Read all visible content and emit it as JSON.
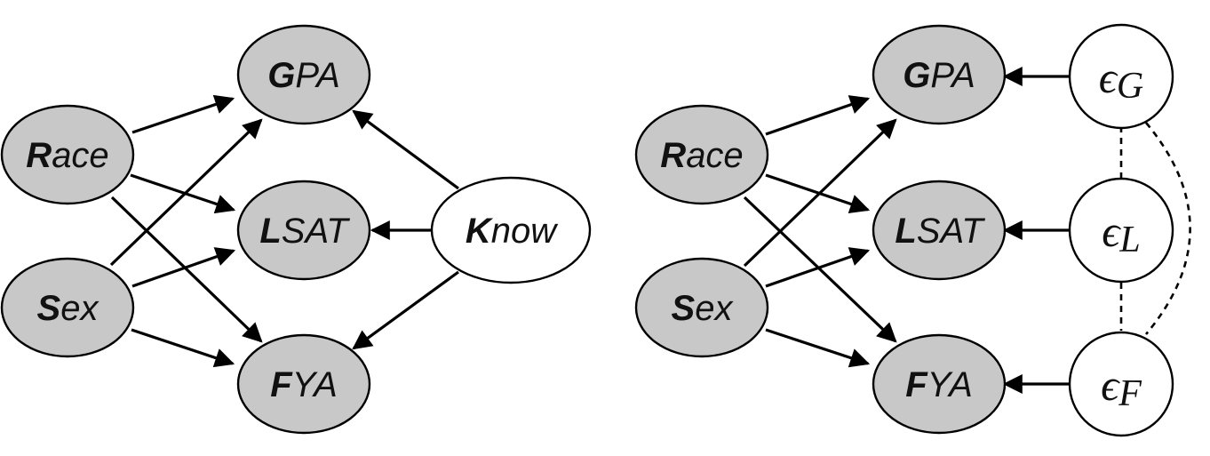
{
  "left_diagram": {
    "nodes": {
      "race": {
        "first": "R",
        "rest": "ace"
      },
      "sex": {
        "first": "S",
        "rest": "ex"
      },
      "gpa": {
        "first": "G",
        "rest": "PA"
      },
      "lsat": {
        "first": "L",
        "rest": "SAT"
      },
      "fya": {
        "first": "F",
        "rest": "YA"
      },
      "know": {
        "first": "K",
        "rest": "now"
      }
    }
  },
  "right_diagram": {
    "nodes": {
      "race": {
        "first": "R",
        "rest": "ace"
      },
      "sex": {
        "first": "S",
        "rest": "ex"
      },
      "gpa": {
        "first": "G",
        "rest": "PA"
      },
      "lsat": {
        "first": "L",
        "rest": "SAT"
      },
      "fya": {
        "first": "F",
        "rest": "YA"
      }
    },
    "noise": {
      "eps_g": {
        "symbol": "ϵ",
        "sub": "G"
      },
      "eps_l": {
        "symbol": "ϵ",
        "sub": "L"
      },
      "eps_f": {
        "symbol": "ϵ",
        "sub": "F"
      }
    }
  },
  "colors": {
    "observed_fill": "#c8c8c8",
    "latent_fill": "#ffffff",
    "edge": "#000000"
  }
}
